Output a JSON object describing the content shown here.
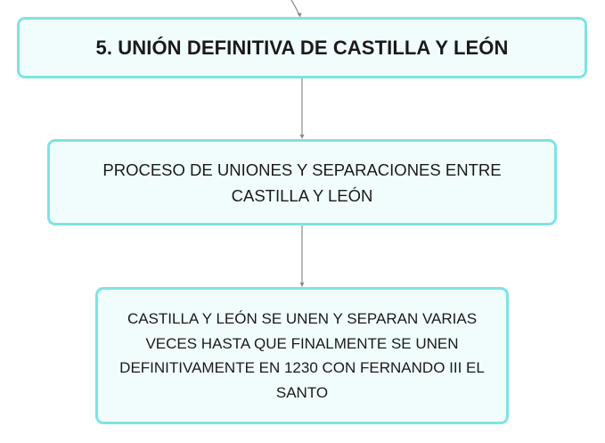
{
  "diagram": {
    "nodes": {
      "title": "5. UNIÓN DEFINITIVA DE CASTILLA Y LEÓN",
      "process": "PROCESO DE UNIONES Y SEPARACIONES ENTRE CASTILLA Y LEÓN",
      "detail": "CASTILLA Y LEÓN SE UNEN Y SEPARAN VARIAS VECES HASTA QUE FINALMENTE SE UNEN DEFINITIVAMENTE EN 1230 CON FERNANDO III EL SANTO"
    },
    "colors": {
      "node_border": "#7ee3e3",
      "node_fill": "#f1fdfd",
      "connector": "#8a8a8a",
      "text": "#1a1a1a"
    },
    "edges": [
      {
        "from": "parent",
        "to": "title"
      },
      {
        "from": "title",
        "to": "process"
      },
      {
        "from": "process",
        "to": "detail"
      }
    ]
  }
}
